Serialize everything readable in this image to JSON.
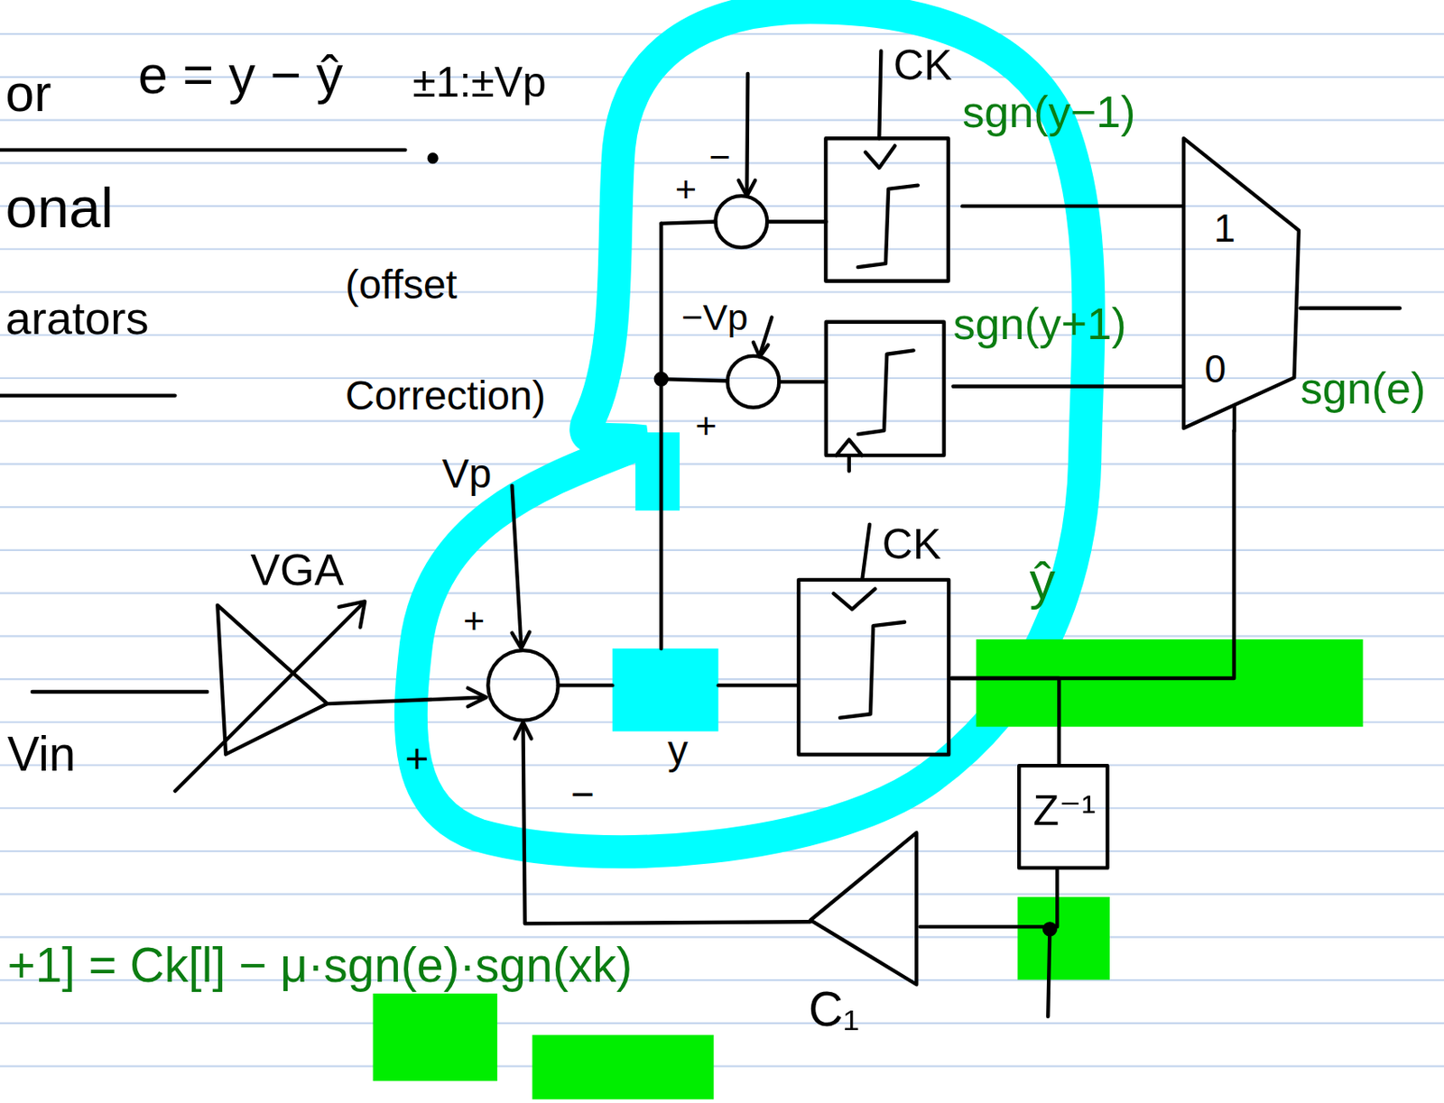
{
  "diagram": {
    "nodes": [
      {
        "text": [
          "CK"
        ]
      },
      {
        "text": [
          "1",
          "0"
        ]
      },
      {
        "text": [
          "CK"
        ]
      },
      {
        "text": [
          "VGA"
        ]
      },
      {
        "text": [
          "Z⁻¹"
        ]
      },
      {
        "text": [
          "C₁"
        ]
      }
    ],
    "edges": [
      {
        "from": 0,
        "to": 1,
        "arrow": "none"
      },
      {
        "from": 2,
        "to": 1,
        "arrow": "none"
      },
      {
        "from": 2,
        "to": 4,
        "arrow": "none"
      },
      {
        "from": 4,
        "to": 5,
        "arrow": "none"
      }
    ],
    "labels": [
      "or",
      "e = y − ŷ",
      "±1:±Vp",
      "onal",
      "arators",
      "(offset Correction)",
      "−Vp",
      "+",
      "−",
      "+",
      "Vp",
      "+",
      "+",
      "−",
      "Vin",
      "sgn(y−1)",
      "sgn(y+1)",
      "sgn(e)",
      "ŷ",
      "y",
      "+1] = Ck[l] − μ·sgn(e)·sgn(xk)"
    ]
  }
}
